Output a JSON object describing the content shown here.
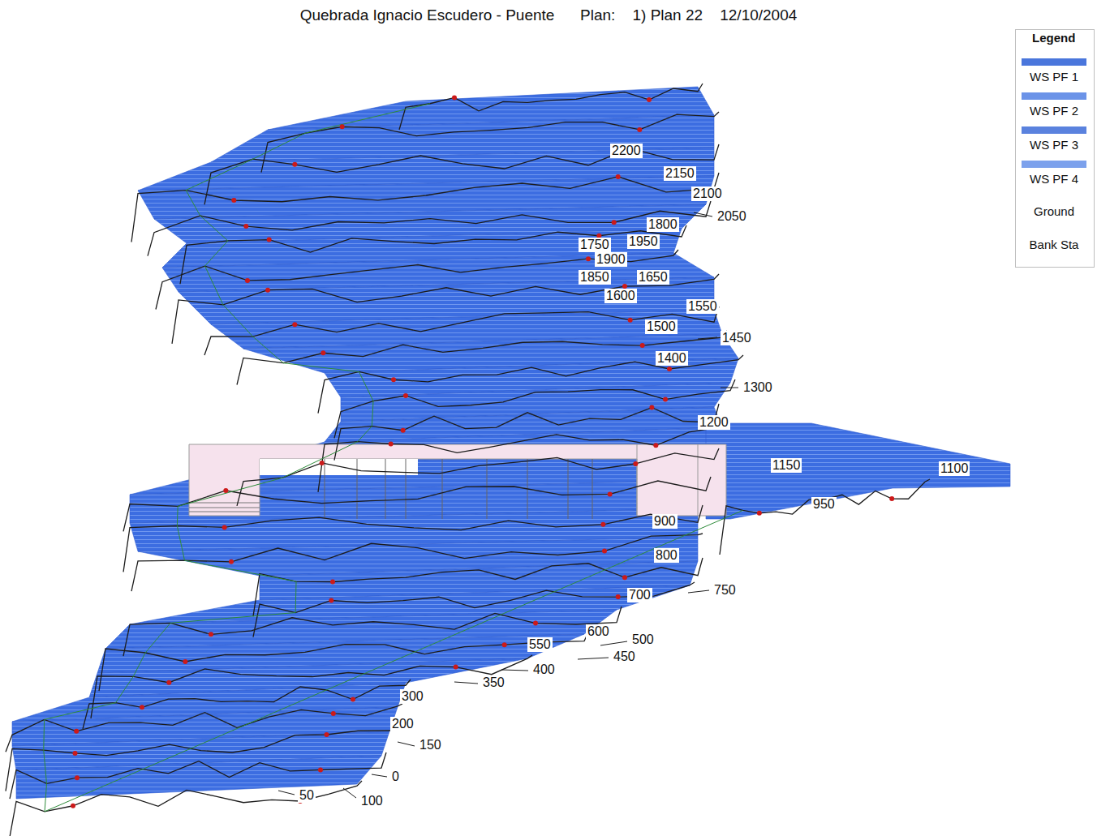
{
  "diagram": {
    "title": "Quebrada Ignacio Escudero - Puente      Plan:    1) Plan 22    12/10/2004",
    "labels": [
      "2200",
      "2150",
      "2100",
      "2050",
      "1800",
      "1950",
      "1750",
      "1900",
      "1850",
      "1650",
      "1600",
      "1550",
      "1500",
      "1450",
      "1400",
      "1300",
      "1200",
      "1150",
      "1100",
      "950",
      "900",
      "800",
      "750",
      "700",
      "600",
      "500",
      "550",
      "450",
      "400",
      "350",
      "300",
      "200",
      "150",
      "0",
      "50",
      "100",
      "Legend"
    ],
    "legend": [
      {
        "text": "WS PF 1",
        "color": "#4a76dc"
      },
      {
        "text": "WS PF 2",
        "color": "#6b93e8"
      },
      {
        "text": "WS PF 3",
        "color": "#5a82de"
      },
      {
        "text": "WS PF 4",
        "color": "#7ca1ec"
      },
      {
        "text": "Ground"
      },
      {
        "text": "Bank Sta"
      }
    ]
  }
}
